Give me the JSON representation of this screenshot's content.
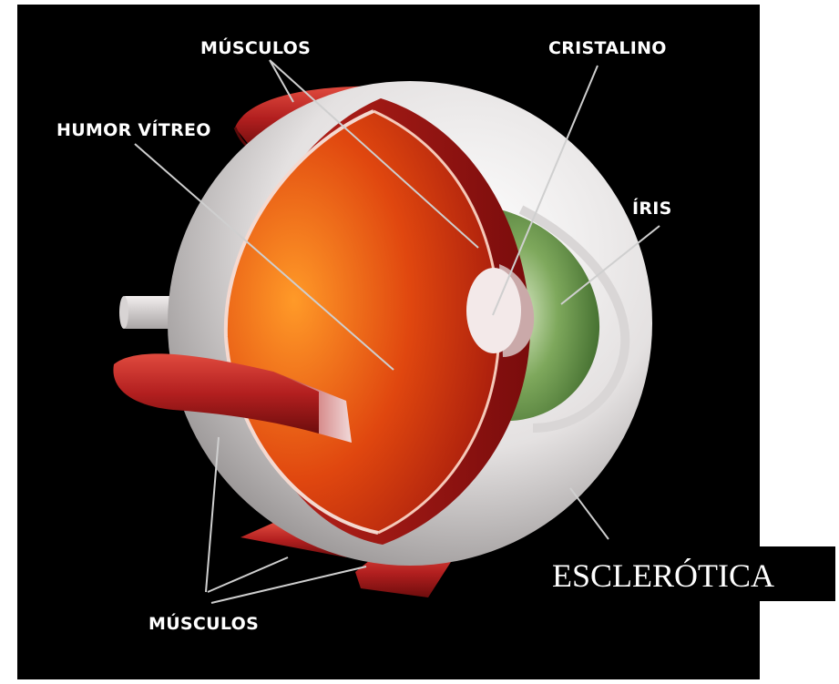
{
  "labels": {
    "musculos_top": "MÚSCULOS",
    "cristalino": "CRISTALINO",
    "humor_vitreo": "HUMOR VÍTREO",
    "iris": "ÍRIS",
    "musculos_bottom": "MÚSCULOS",
    "esclerotica": "ESCLERÓTICA"
  },
  "colors": {
    "background": "#000000",
    "sclera": "#e9e6e6",
    "vitreous": "#d8420e",
    "muscle": "#b21f1f",
    "iris": "#6f9a4c",
    "label_text": "#ffffff"
  }
}
